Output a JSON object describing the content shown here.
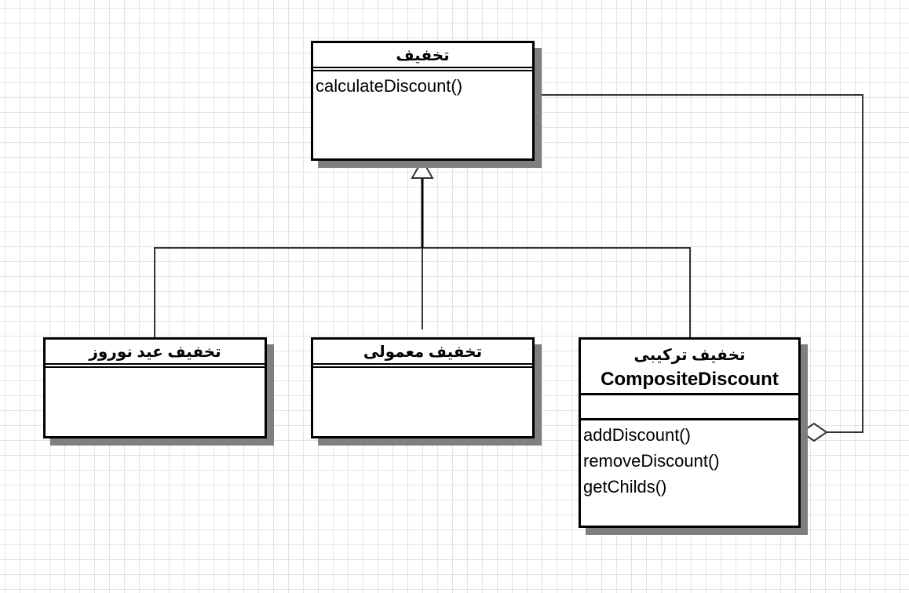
{
  "classes": {
    "discount": {
      "name": "تخفیف",
      "operations": [
        "calculateDiscount()"
      ]
    },
    "nowruz": {
      "name": "تخفیف عید نوروز",
      "operations": []
    },
    "regular": {
      "name": "تخفیف معمولی",
      "operations": []
    },
    "composite": {
      "name": "تخفیف ترکیبی",
      "name_en": "CompositeDiscount",
      "operations": [
        "addDiscount()",
        "removeDiscount()",
        "getChilds()"
      ]
    }
  },
  "relations": [
    {
      "type": "generalization",
      "from": "nowruz",
      "to": "discount"
    },
    {
      "type": "generalization",
      "from": "regular",
      "to": "discount"
    },
    {
      "type": "generalization",
      "from": "composite",
      "to": "discount"
    },
    {
      "type": "aggregation",
      "whole": "composite",
      "part": "discount"
    }
  ],
  "colors": {
    "line": "#333333",
    "box_border": "#000000",
    "shadow": "#7f7f7f",
    "grid": "#e2e2ee"
  }
}
